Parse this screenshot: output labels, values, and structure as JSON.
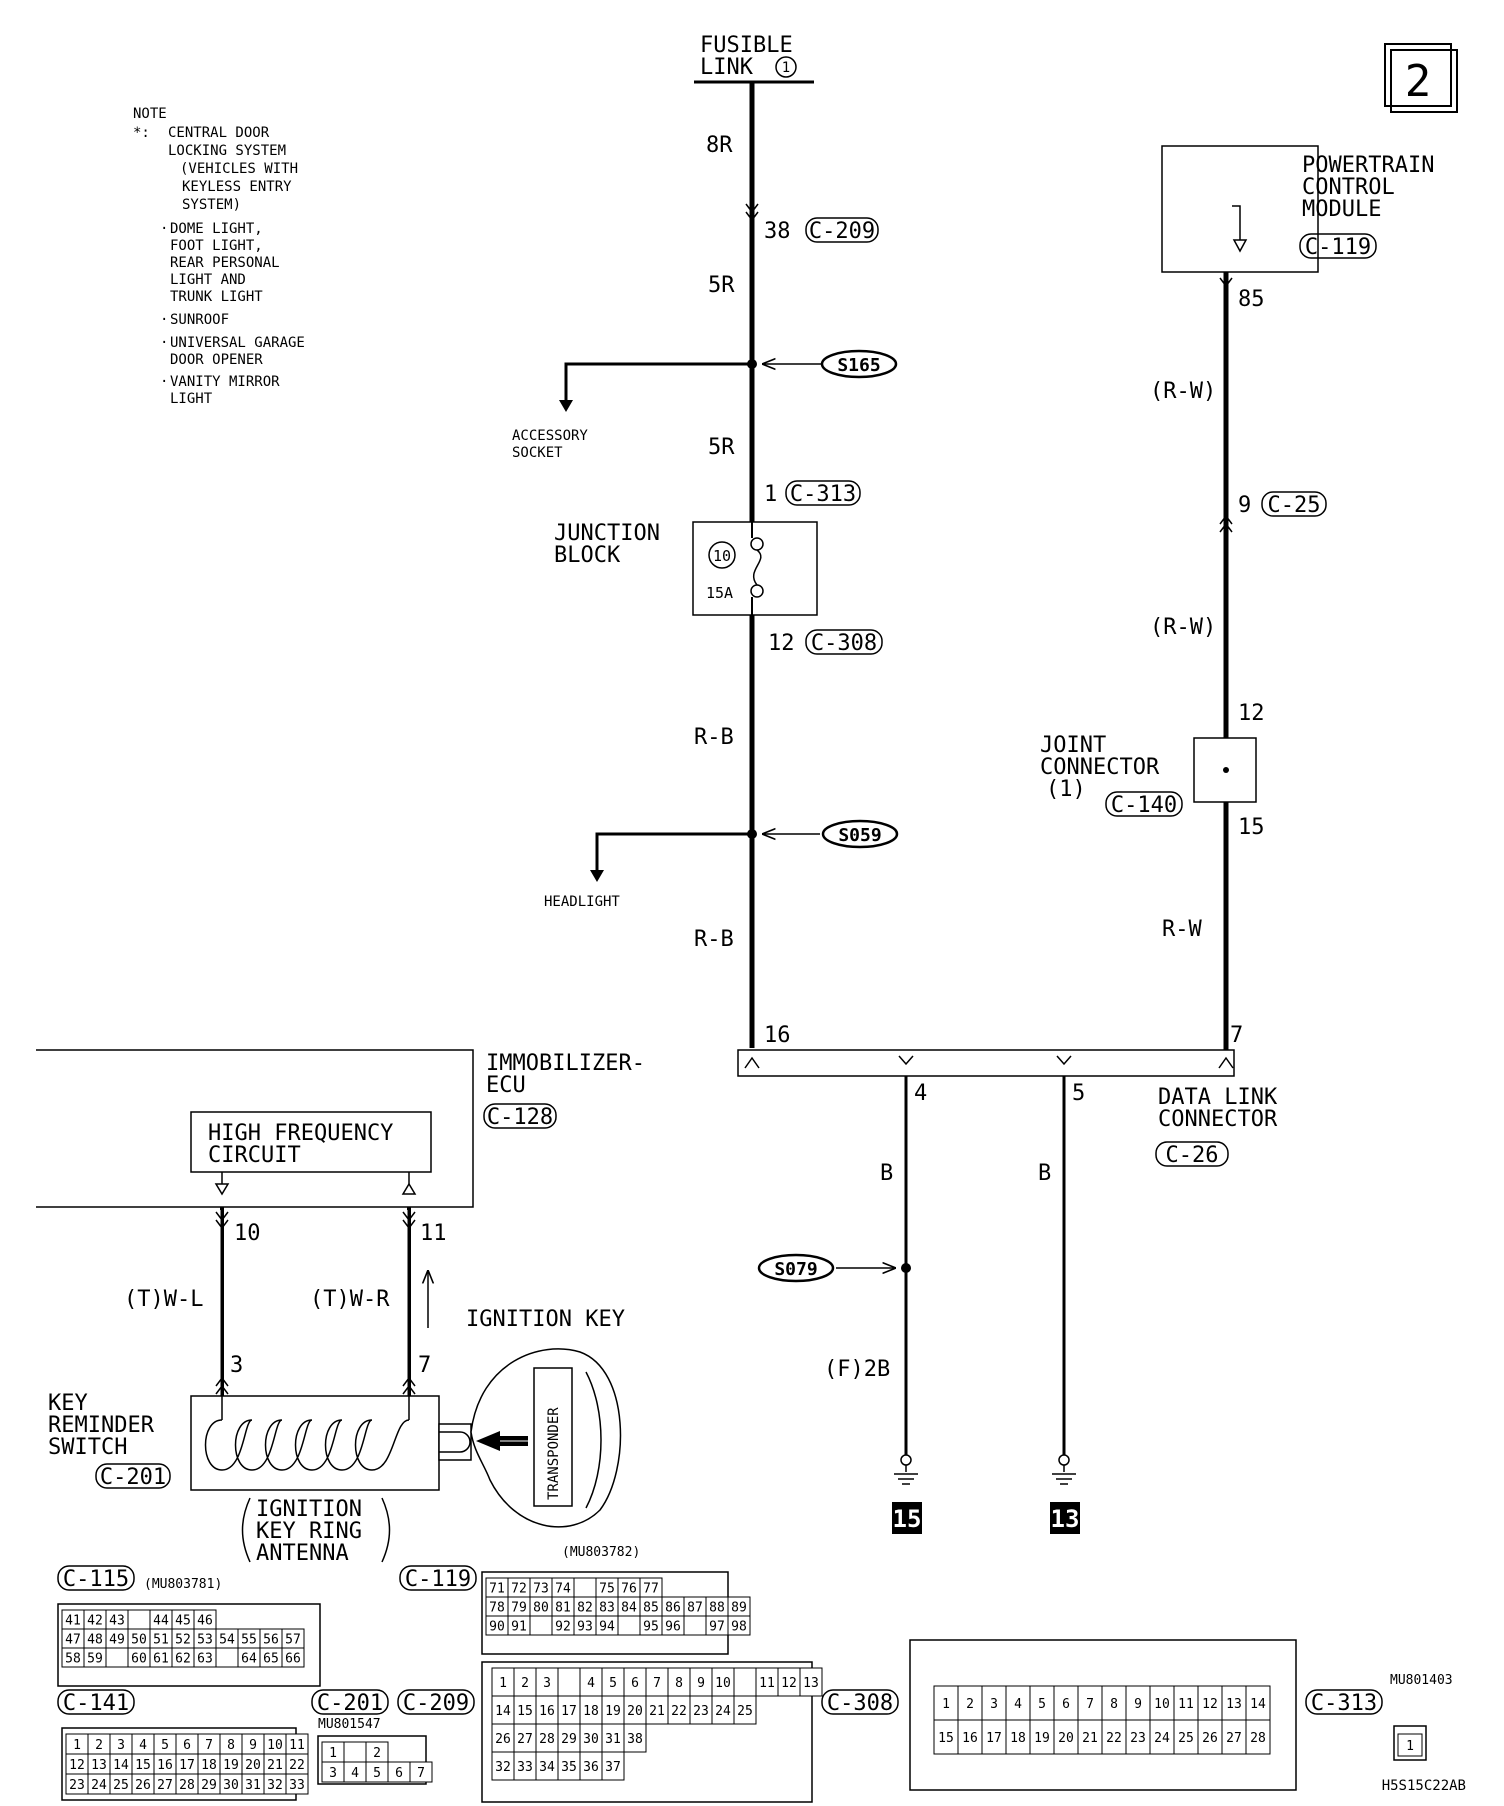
{
  "page_number": "2",
  "diagram_id": "H5S15C22AB",
  "note": {
    "title": "NOTE",
    "star": "*:",
    "items": [
      [
        "CENTRAL DOOR",
        "LOCKING SYSTEM",
        "(VEHICLES WITH",
        "KEYLESS ENTRY",
        "SYSTEM)"
      ],
      [
        "DOME LIGHT,",
        "FOOT LIGHT,",
        "REAR PERSONAL",
        "LIGHT AND",
        "TRUNK LIGHT"
      ],
      [
        "SUNROOF"
      ],
      [
        "UNIVERSAL GARAGE",
        "DOOR OPENER"
      ],
      [
        "VANITY MIRROR",
        "LIGHT"
      ]
    ]
  },
  "fusible_link": {
    "line1": "FUSIBLE",
    "line2": "LINK",
    "num": "1"
  },
  "wires": {
    "w8r": "8R",
    "w5r_a": "5R",
    "w5r_b": "5R",
    "rb_a": "R-B",
    "rb_b": "R-B",
    "rw_a": "(R-W)",
    "rw_b": "(R-W)",
    "rw_c": "R-W",
    "b_4": "B",
    "b_5": "B",
    "f2b": "(F)2B",
    "twl": "(T)W-L",
    "twr": "(T)W-R"
  },
  "pins": {
    "p38": "38",
    "p1": "1",
    "p12a": "12",
    "p85": "85",
    "p9": "9",
    "p12b": "12",
    "p15": "15",
    "p16": "16",
    "p7a": "7",
    "p4": "4",
    "p5": "5",
    "p10": "10",
    "p11": "11",
    "p3": "3",
    "p7b": "7"
  },
  "connectors": {
    "c209": "C-209",
    "c313": "C-313",
    "c308": "C-308",
    "c119": "C-119",
    "c25": "C-25",
    "c140": "C-140",
    "c26": "C-26",
    "c128": "C-128",
    "c201": "C-201"
  },
  "splices": {
    "s165": "S165",
    "s059": "S059",
    "s079": "S079"
  },
  "components": {
    "accessory": [
      "ACCESSORY",
      "SOCKET"
    ],
    "headlight": "HEADLIGHT",
    "junction_block": [
      "JUNCTION",
      "BLOCK"
    ],
    "fuse_num": "10",
    "fuse_amp": "15A",
    "pcm": [
      "POWERTRAIN",
      "CONTROL",
      "MODULE"
    ],
    "joint_connector": [
      "JOINT",
      "CONNECTOR",
      "(1)"
    ],
    "dlc": [
      "DATA LINK",
      "CONNECTOR"
    ],
    "ecu": [
      "IMMOBILIZER-",
      "ECU"
    ],
    "hf_circuit": [
      "HIGH FREQUENCY",
      "CIRCUIT"
    ],
    "ignition_key": "IGNITION KEY",
    "key_reminder": [
      "KEY",
      "REMINDER",
      "SWITCH"
    ],
    "antenna": [
      "IGNITION",
      "KEY RING",
      "ANTENNA"
    ],
    "transponder": "TRANSPONDER"
  },
  "grounds": {
    "g15": "15",
    "g13": "13"
  },
  "connector_views": {
    "c115": {
      "label": "C-115",
      "part": "(MU803781)",
      "rows": [
        [
          "41",
          "42",
          "43",
          "",
          "44",
          "45",
          "46"
        ],
        [
          "47",
          "48",
          "49",
          "50",
          "51",
          "52",
          "53",
          "54",
          "55",
          "56",
          "57"
        ],
        [
          "58",
          "59",
          "",
          "60",
          "61",
          "62",
          "63",
          "",
          "64",
          "65",
          "66"
        ]
      ]
    },
    "c119": {
      "label": "C-119",
      "part": "(MU803782)",
      "rows": [
        [
          "71",
          "72",
          "73",
          "74",
          "",
          "75",
          "76",
          "77"
        ],
        [
          "78",
          "79",
          "80",
          "81",
          "82",
          "83",
          "84",
          "85",
          "86",
          "87",
          "88",
          "89"
        ],
        [
          "90",
          "91",
          "",
          "92",
          "93",
          "94",
          "",
          "95",
          "96",
          "",
          "97",
          "98"
        ]
      ]
    },
    "c141": {
      "label": "C-141",
      "rows": [
        [
          "1",
          "2",
          "3",
          "4",
          "5",
          "6",
          "7",
          "8",
          "9",
          "10",
          "11"
        ],
        [
          "12",
          "13",
          "14",
          "15",
          "16",
          "17",
          "18",
          "19",
          "20",
          "21",
          "22"
        ],
        [
          "23",
          "24",
          "25",
          "26",
          "27",
          "28",
          "29",
          "30",
          "31",
          "32",
          "33"
        ]
      ]
    },
    "c201v": {
      "label": "C-201",
      "part": "MU801547",
      "rows": [
        [
          "1",
          "",
          "2"
        ],
        [
          "3",
          "4",
          "5",
          "6",
          "7"
        ]
      ]
    },
    "c209v": {
      "label": "C-209",
      "rows": [
        [
          "1",
          "2",
          "3",
          "",
          "4",
          "5",
          "6",
          "7",
          "8",
          "9",
          "10",
          "",
          "11",
          "12",
          "13"
        ],
        [
          "14",
          "15",
          "16",
          "17",
          "18",
          "19",
          "20",
          "21",
          "22",
          "23",
          "24",
          "25"
        ],
        [
          "26",
          "27",
          "28",
          "29",
          "30",
          "31",
          "38"
        ],
        [
          "32",
          "33",
          "34",
          "35",
          "36",
          "37"
        ]
      ]
    },
    "c308v": {
      "label": "C-308",
      "rows": [
        [
          "1",
          "2",
          "3",
          "4",
          "5",
          "6",
          "7",
          "8",
          "9",
          "10",
          "11",
          "12",
          "13",
          "14"
        ],
        [
          "15",
          "16",
          "17",
          "18",
          "19",
          "20",
          "21",
          "22",
          "23",
          "24",
          "25",
          "26",
          "27",
          "28"
        ]
      ]
    },
    "c313v": {
      "label": "C-313",
      "part": "MU801403",
      "rows": [
        [
          "1"
        ]
      ]
    }
  }
}
